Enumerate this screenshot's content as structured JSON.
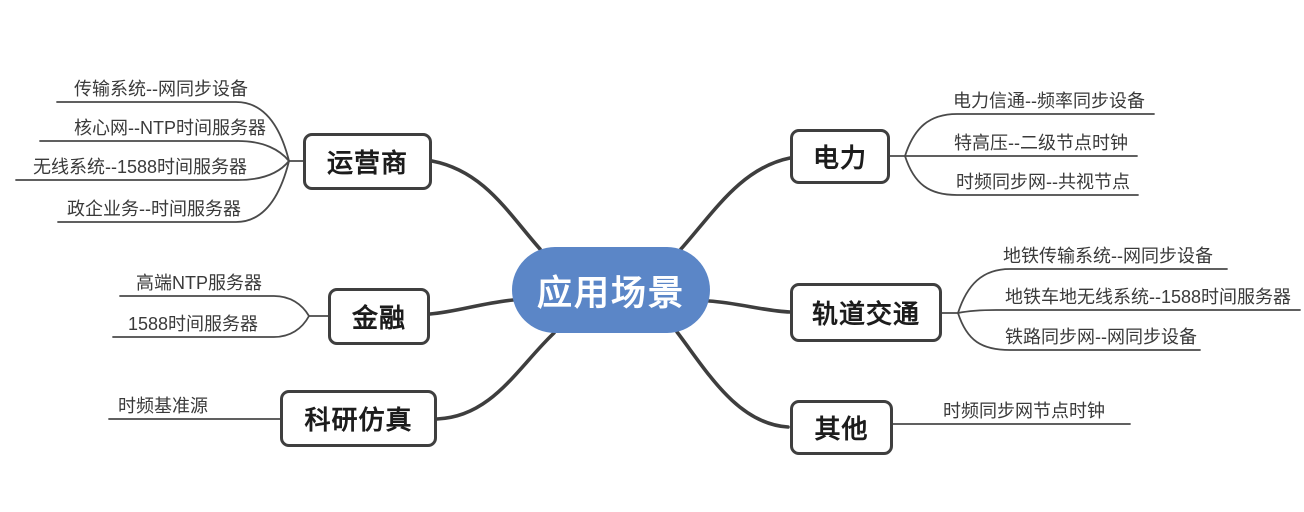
{
  "center": {
    "label": "应用场景"
  },
  "branches": [
    {
      "id": "operators",
      "label": "运营商",
      "side": "left",
      "leaves": [
        "传输系统--网同步设备",
        "核心网--NTP时间服务器",
        "无线系统--1588时间服务器",
        "政企业务--时间服务器"
      ]
    },
    {
      "id": "finance",
      "label": "金融",
      "side": "left",
      "leaves": [
        "高端NTP服务器",
        "1588时间服务器"
      ]
    },
    {
      "id": "research-simulation",
      "label": "科研仿真",
      "side": "left",
      "leaves": [
        "时频基准源"
      ]
    },
    {
      "id": "power",
      "label": "电力",
      "side": "right",
      "leaves": [
        "电力信通--频率同步设备",
        "特高压--二级节点时钟",
        "时频同步网--共视节点"
      ]
    },
    {
      "id": "rail-transit",
      "label": "轨道交通",
      "side": "right",
      "leaves": [
        "地铁传输系统--网同步设备",
        "地铁车地无线系统--1588时间服务器",
        "铁路同步网--网同步设备"
      ]
    },
    {
      "id": "others",
      "label": "其他",
      "side": "right",
      "leaves": [
        "时频同步网节点时钟"
      ]
    }
  ],
  "colors": {
    "center_fill": "#5b86c7",
    "center_text": "#ffffff",
    "connector": "#3e3e3e",
    "leaf_line": "#4a4a4a",
    "box_border": "#3f3f3f",
    "box_text": "#1c1c1c",
    "leaf_text": "#3a3a3a",
    "background": "#ffffff"
  }
}
